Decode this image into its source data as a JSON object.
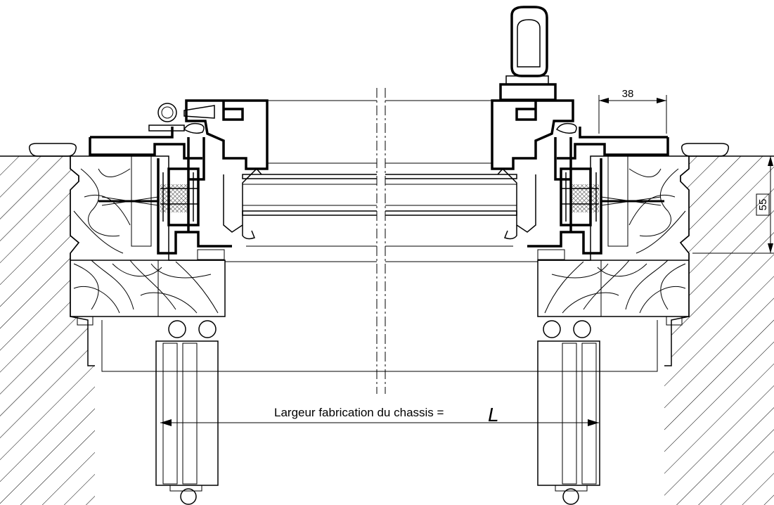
{
  "drawing": {
    "width_label": "Largeur fabrication du chassis =",
    "width_symbol": "L",
    "dimension_top": "38",
    "dimension_side": "55"
  }
}
